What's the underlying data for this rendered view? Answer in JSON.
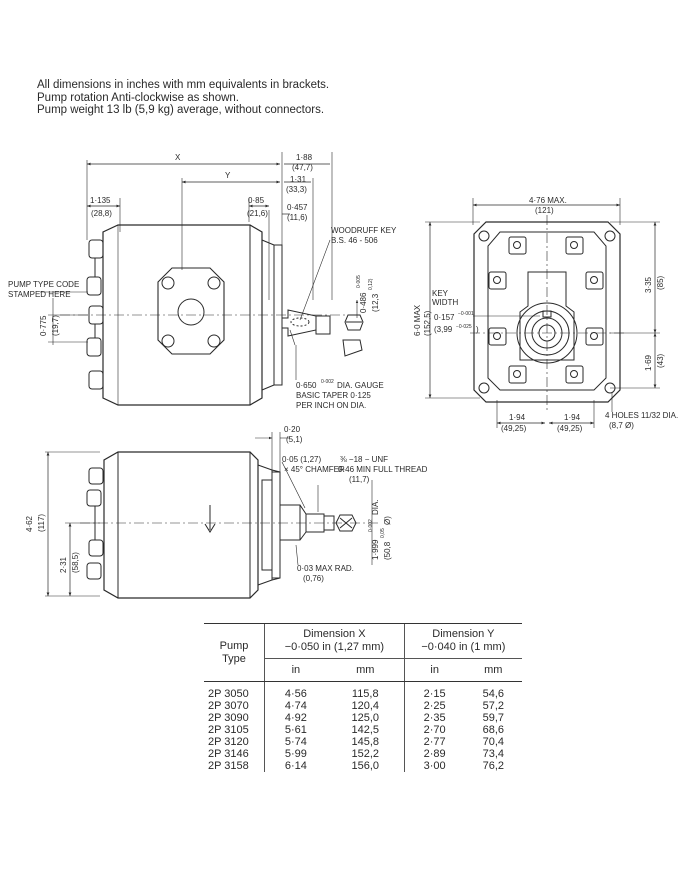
{
  "notes": {
    "line1": "All dimensions in inches with mm equivalents in brackets.",
    "line2": "Pump rotation Anti-clockwise as shown.",
    "line3": "Pump weight 13 lb (5,9 kg) average, without connectors."
  },
  "drawing": {
    "x": "X",
    "y": "Y",
    "d_188": "1·88",
    "d_188_mm": "(47,7)",
    "d_131": "1·31",
    "d_131_mm": "(33,3)",
    "d_1135": "1·135",
    "d_1135_mm": "(28,8)",
    "d_085": "0·85",
    "d_085_mm": "(21,6)",
    "d_0457": "0·457",
    "d_0457_mm": "(11,6)",
    "woodruff1": "WOODRUFF KEY",
    "woodruff2": "B.S. 46 - 506",
    "pump_code1": "PUMP TYPE CODE",
    "pump_code2": "STAMPED HERE",
    "d_0775": "0·775",
    "d_0775_mm": "(19,7)",
    "d_0486": "0·486",
    "d_0486_tol": "0·005",
    "d_0486_mm": "(12,3",
    "d_0486_mm_tol": "0,12)",
    "gauge1": "0·650",
    "gauge1_tol": "0·002",
    "gauge1b": "DIA. GAUGE",
    "gauge2": "BASIC TAPER 0·125",
    "gauge3": "PER INCH ON DIA.",
    "d_476": "4·76 MAX.",
    "d_476_mm": "(121)",
    "d_60": "6·0 MAX",
    "d_60_mm": "(152,5)",
    "key1": "KEY",
    "key2": "WIDTH",
    "key3": "0·157",
    "key3_tol": "−0·001",
    "key4": "(3,99",
    "key4_tol": "−0·025",
    "key4_end": ")",
    "d_335": "3·35",
    "d_335_mm": "(85)",
    "d_169": "1·69",
    "d_169_mm": "(43)",
    "d_194a": "1·94",
    "d_194a_mm": "(49,25)",
    "d_194b": "1·94",
    "d_194b_mm": "(49,25)",
    "holes1": "4 HOLES 11/32 DIA.",
    "holes2": "(8,7 Ø)",
    "d_020": "0·20",
    "d_020_mm": "(5,1)",
    "d_005": "0·05 (1,27)",
    "chamfer": "× 45° CHAMFER",
    "thread1": "⅜ −18 − UNF",
    "thread2": "0·46 MIN FULL THREAD",
    "thread3": "(11,7)",
    "d_462": "4·62",
    "d_462_mm": "(117)",
    "d_231": "2·31",
    "d_231_mm": "(58,5)",
    "d_1999": "1·999",
    "d_1999_tol": "0·002",
    "d_1999b": "DIA.",
    "d_1999_mm": "(50,8",
    "d_1999_mm_tol": "0,05",
    "d_1999_mm_end": "Ø)",
    "d_003": "0·03 MAX RAD.",
    "d_003_mm": "(0,76)"
  },
  "table": {
    "col_pump": "Pump",
    "col_type": "Type",
    "col_x1": "Dimension X",
    "col_x2": "−0·050 in (1,27 mm)",
    "col_y1": "Dimension Y",
    "col_y2": "−0·040 in (1 mm)",
    "unit_in_x": "in",
    "unit_mm_x": "mm",
    "unit_in_y": "in",
    "unit_mm_y": "mm",
    "rows": [
      [
        "2P 3050",
        "4·56",
        "115,8",
        "2·15",
        "54,6"
      ],
      [
        "2P 3070",
        "4·74",
        "120,4",
        "2·25",
        "57,2"
      ],
      [
        "2P 3090",
        "4·92",
        "125,0",
        "2·35",
        "59,7"
      ],
      [
        "2P 3105",
        "5·61",
        "142,5",
        "2·70",
        "68,6"
      ],
      [
        "2P 3120",
        "5·74",
        "145,8",
        "2·77",
        "70,4"
      ],
      [
        "2P 3146",
        "5·99",
        "152,2",
        "2·89",
        "73,4"
      ],
      [
        "2P 3158",
        "6·14",
        "156,0",
        "3·00",
        "76,2"
      ]
    ]
  }
}
